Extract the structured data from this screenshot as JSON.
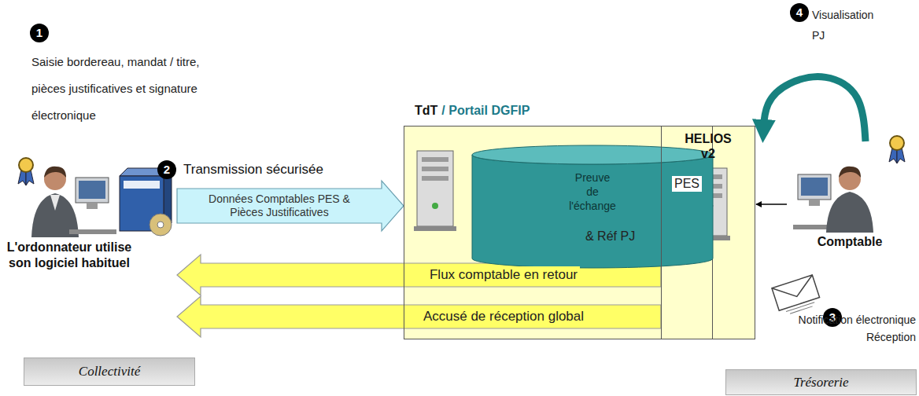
{
  "diagram": {
    "nodes": [
      {
        "text": [
          "L'ordonnateur utilise son logiciel habituel"
        ]
      },
      {
        "text": [
          "TdT",
          "/ Portail DGFIP"
        ]
      },
      {
        "text": [
          "Preuve de l'échange"
        ],
        "in": 1
      },
      {
        "text": [
          "HELIOS v2"
        ]
      },
      {
        "text": [
          "Comptable"
        ]
      },
      {
        "text": [
          "Collectivité"
        ]
      },
      {
        "text": [
          "Trésorerie"
        ]
      }
    ],
    "edges": [
      {
        "from": 0,
        "to": 1,
        "arrow": "to",
        "label": "Données Comptables PES & Pièces Justificatives"
      },
      {
        "from": 1,
        "to": 3,
        "arrow": "both",
        "label": "PES"
      },
      {
        "from": 3,
        "to": 0,
        "arrow": "to",
        "label": "Flux comptable en retour"
      },
      {
        "from": 3,
        "to": 0,
        "arrow": "to",
        "label": "Accusé de réception global"
      },
      {
        "from": 4,
        "to": 3,
        "arrow": "to"
      },
      {
        "from": 4,
        "to": 3,
        "arrow": "to"
      }
    ],
    "labels": [
      "1",
      "Saisie bordereau, mandat / titre, pièces justificatives et signature électronique",
      "2",
      "Transmission sécurisée",
      "& Réf PJ",
      "4",
      "Visualisation PJ",
      "3",
      "Notification électronique Réception"
    ]
  }
}
